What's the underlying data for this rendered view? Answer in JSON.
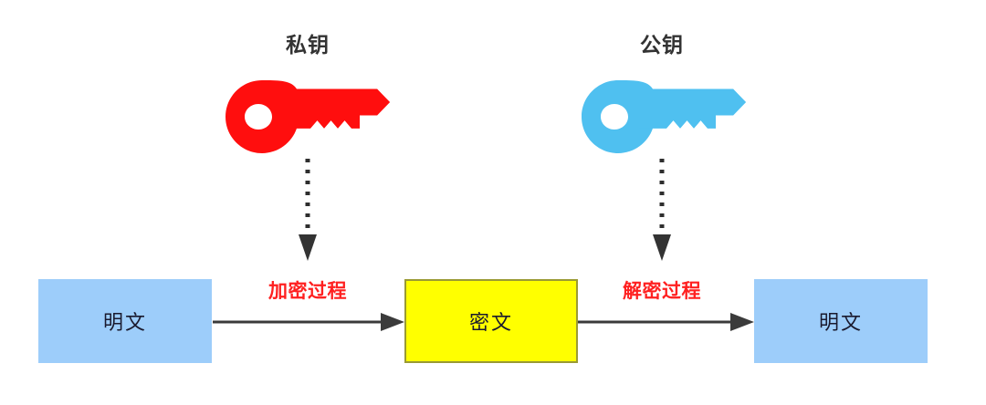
{
  "diagram": {
    "title_private_key": "私钥",
    "title_public_key": "公钥",
    "encrypt_process": "加密过程",
    "decrypt_process": "解密过程",
    "plaintext_left": "明文",
    "plaintext_right": "明文",
    "ciphertext": "密文"
  },
  "colors": {
    "private_key": "#FF0E0E",
    "public_key": "#4FC0F0",
    "plaintext_box_fill": "#9DCDFA",
    "ciphertext_box_fill": "#FFFF00",
    "ciphertext_box_border": "#9A9A33",
    "process_label": "#FF2020",
    "arrow": "#3B3B3B",
    "key_label": "#333333",
    "background": "#FFFFFF"
  },
  "icons": {
    "private_key_icon": "key-icon",
    "public_key_icon": "key-icon",
    "encrypt_arrow_icon": "arrow-down-dotted-icon",
    "decrypt_arrow_icon": "arrow-down-dotted-icon",
    "encrypt_flow_icon": "arrow-right-icon",
    "decrypt_flow_icon": "arrow-right-icon"
  }
}
